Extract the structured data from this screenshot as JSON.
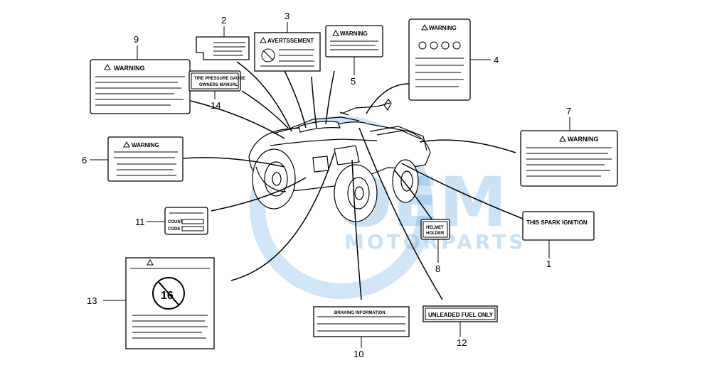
{
  "watermark": {
    "brand": "OEM",
    "sub": "MOTORPARTS"
  },
  "callouts": [
    "1",
    "2",
    "3",
    "4",
    "5",
    "6",
    "7",
    "8",
    "9",
    "10",
    "11",
    "12",
    "13",
    "14"
  ],
  "labels": {
    "spark": "THIS SPARK IGNITION",
    "warning": "WARNING",
    "avert": "AVERTSSEMENT",
    "tire1": "TIRE PRESSURE GAUGE",
    "tire2": "OWNERS MANUAL",
    "helmet1": "HELMET",
    "helmet2": "HOLDER",
    "braking": "BRAKING INFORMATION",
    "unleaded": "UNLEADED FUEL ONLY",
    "count": "COUNT",
    "code": "CODE",
    "age": "16"
  }
}
